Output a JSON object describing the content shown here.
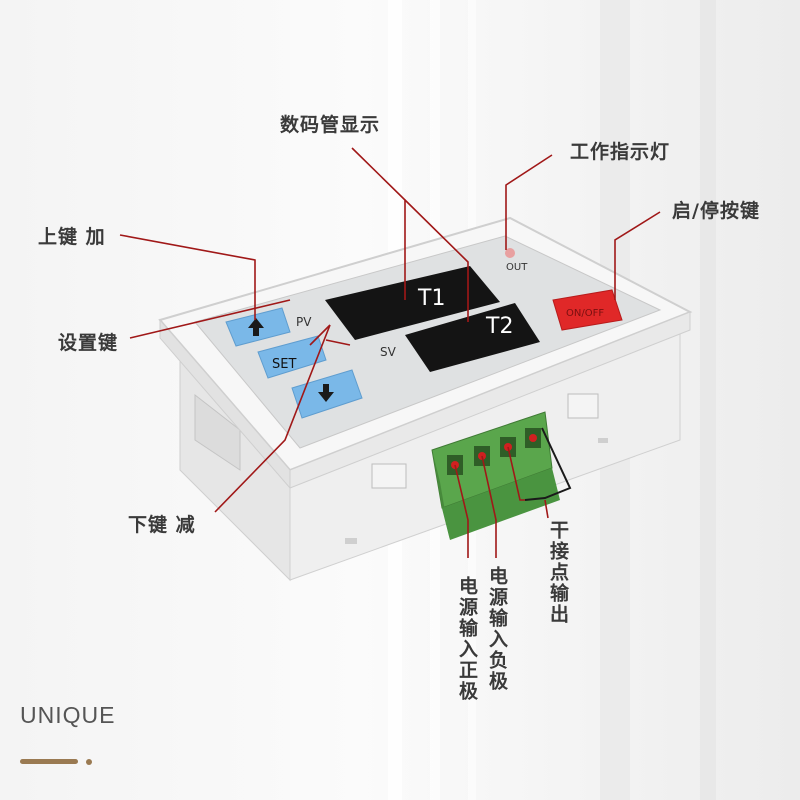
{
  "labels": {
    "display": "数码管显示",
    "work_indicator": "工作指示灯",
    "up_key": "上键 加",
    "start_stop_key": "启/停按键",
    "set_key": "设置键",
    "down_key": "下键 减",
    "dry_contact": "干接点输出",
    "power_positive": "电源输入正极",
    "power_negative": "电源输入负极"
  },
  "device": {
    "t1": "T1",
    "t2": "T2",
    "pv": "PV",
    "sv": "SV",
    "out": "OUT",
    "set_button": "SET",
    "onoff_button": "ON/OFF"
  },
  "brand": "UNIQUE",
  "colors": {
    "annotation_line": "#a01818",
    "button_blue": "#7ab8e8",
    "button_red": "#e02828",
    "terminal_green": "#5aa64c",
    "accent": "#9a7a52"
  }
}
